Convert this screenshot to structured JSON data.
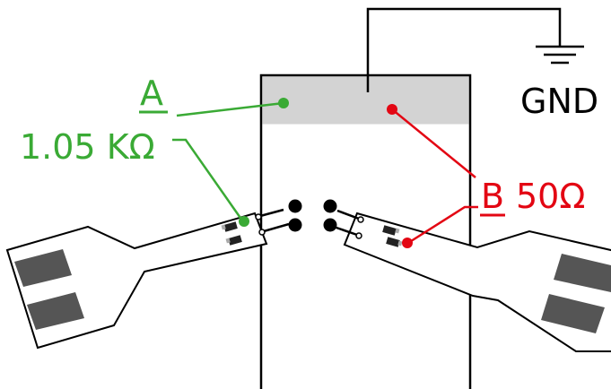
{
  "labels": {
    "point_a": "A",
    "resistance_a": "1.05 KΩ",
    "point_b": "B",
    "resistance_b": "50Ω",
    "ground": "GND"
  },
  "colors": {
    "green": "#3aaa35",
    "red": "#e30613",
    "black": "#000000",
    "top_band": "#d3d3d3",
    "pad": "#555555"
  },
  "icons": [
    "ground-icon"
  ]
}
